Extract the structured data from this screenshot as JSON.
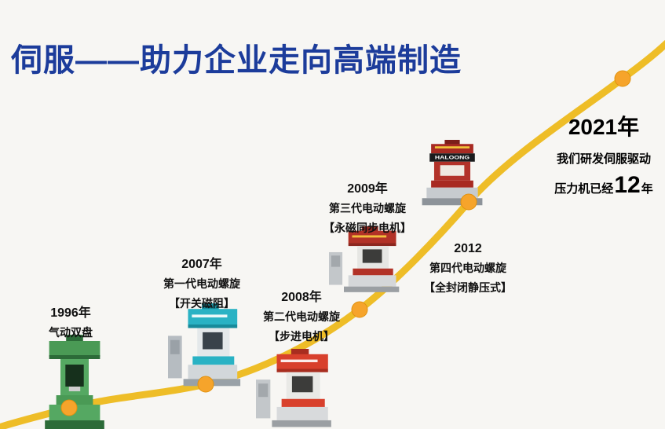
{
  "header": {
    "title": "伺服——助力企业走向高端制造"
  },
  "colors": {
    "title_blue": "#1c3c9b",
    "curve_yellow": "#eebd27",
    "dot_orange": "#f6a42b",
    "background": "#f7f6f3",
    "machine_1996_green": "#4a9a55",
    "machine_2007_teal": "#29b2c4",
    "machine_2008_red": "#d8402c",
    "machine_2009_red": "#b23227",
    "machine_2012_maroon": "#a82a22"
  },
  "milestones": [
    {
      "year": "1996年",
      "line1": "气动双盘"
    },
    {
      "year": "2007年",
      "line1": "第一代电动螺旋",
      "line2": "【开关磁阻】"
    },
    {
      "year": "2008年",
      "line1": "第二代电动螺旋",
      "line2": "【步进电机】"
    },
    {
      "year": "2009年",
      "line1": "第三代电动螺旋",
      "line2": "【永磁同步电机】"
    },
    {
      "year": "2012",
      "line1": "第四代电动螺旋",
      "line2": "【全封闭静压式】"
    }
  ],
  "finale": {
    "year": "2021年",
    "line1": "我们研发伺服驱动",
    "line2_prefix": "压力机已经",
    "line2_number": "12",
    "line2_suffix": "年"
  },
  "brand": {
    "label": "HALOONG"
  }
}
